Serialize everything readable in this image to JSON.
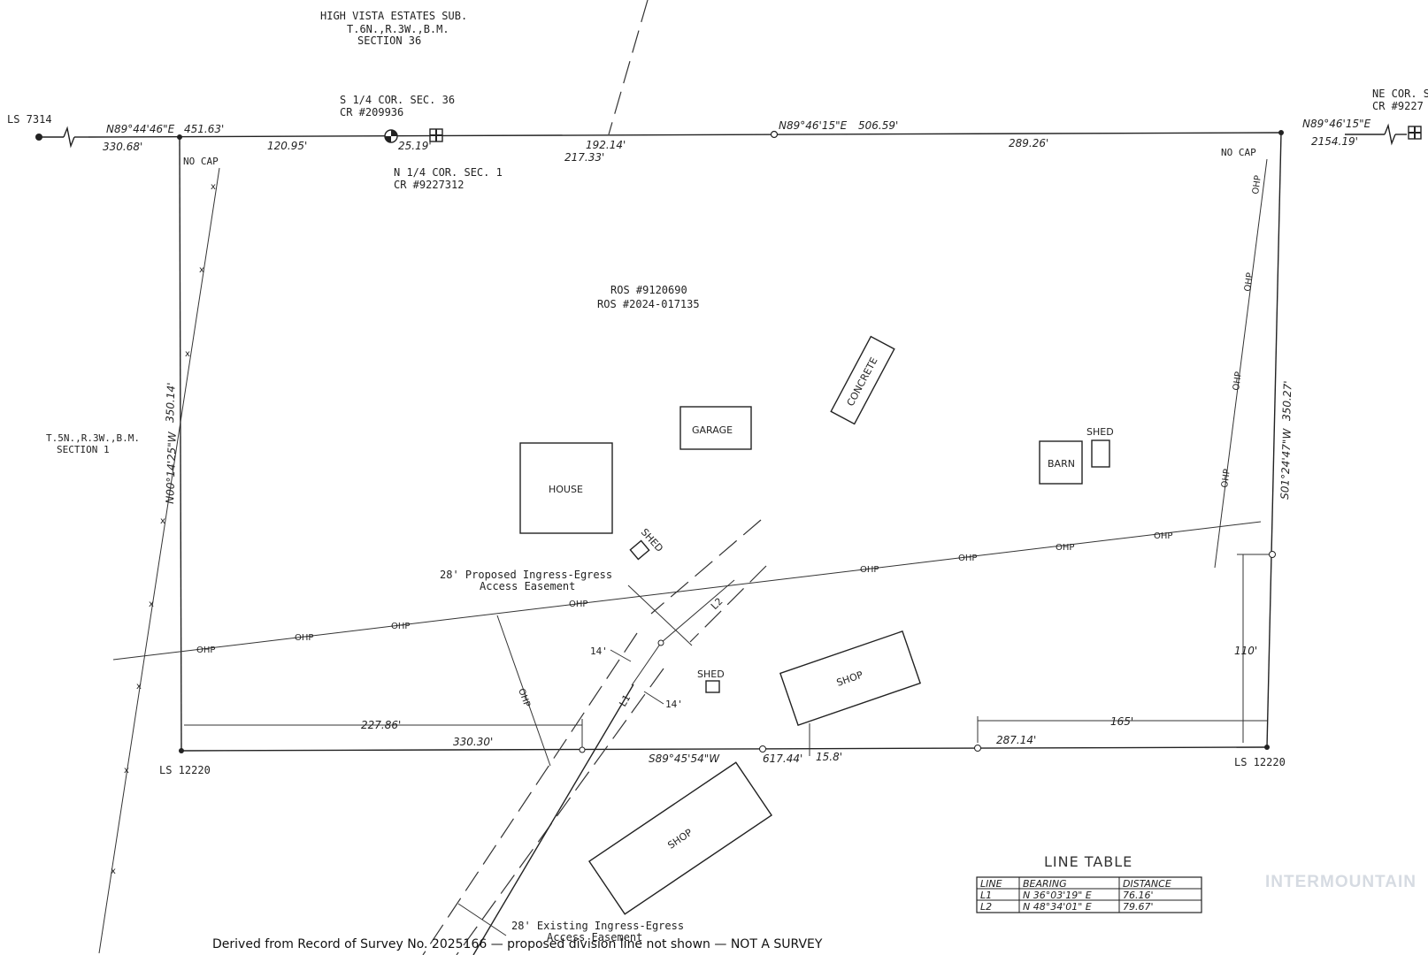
{
  "header": {
    "subdivision": [
      "HIGH VISTA ESTATES SUB.",
      "T.6N.,R.3W.,B.M.",
      "SECTION 36"
    ],
    "left_section": [
      "T.5N.,R.3W.,B.M.",
      "SECTION 1"
    ]
  },
  "corners": {
    "ls_left": "LS 7314",
    "s_quarter": [
      "S 1/4 COR. SEC. 36",
      "CR #209936"
    ],
    "n_quarter": [
      "N 1/4 COR. SEC. 1",
      "CR #9227312"
    ],
    "ne_corner": [
      "NE COR. S",
      "CR #9227"
    ],
    "no_cap_left": "NO CAP",
    "no_cap_right": "NO CAP",
    "ls_bottom_left": "LS 12220",
    "ls_bottom_right": "LS 12220"
  },
  "ros": [
    "ROS #9120690",
    "ROS #2024-017135"
  ],
  "dimensions": {
    "top_bearing_left": "N89°44'46\"E",
    "top_len_left": "451.63'",
    "top_offsite_left": "330.68'",
    "top_seg1": "120.95'",
    "top_seg2": "25.19'",
    "top_seg3": "192.14'",
    "top_seg3b": "217.33'",
    "top_bearing_mid": "N89°46'15\"E",
    "top_len_mid": "506.59'",
    "top_seg4": "289.26'",
    "top_bearing_right": "N89°46'15\"E",
    "top_offsite_right": "2154.19'",
    "left_bearing": "N00°14'25\"W",
    "left_len": "350.14'",
    "right_bearing": "S01°24'47\"W",
    "right_len": "350.27'",
    "bottom_227": "227.86'",
    "bottom_330": "330.30'",
    "bottom_bearing": "S89°45'54\"W",
    "bottom_617": "617.44'",
    "bottom_158": "15.8'",
    "bottom_287": "287.14'",
    "bottom_165": "165'",
    "right_110": "110'",
    "w14a": "14'",
    "w14b": "14'"
  },
  "buildings": {
    "house": "HOUSE",
    "garage": "GARAGE",
    "concrete": "CONCRETE",
    "barn": "BARN",
    "shed_right": "SHED",
    "shed_mid": "SHED",
    "shed_low": "SHED",
    "shop_mid": "SHOP",
    "shop_bottom": "SHOP"
  },
  "utilities": {
    "ohp": "OHP",
    "fence": "x"
  },
  "easements": {
    "proposed": [
      "28' Proposed Ingress-Egress",
      "Access Easement"
    ],
    "existing": [
      "28' Existing Ingress-Egress",
      "Access Easement"
    ],
    "l1": "L1",
    "l2": "L2"
  },
  "line_table": {
    "title": "LINE TABLE",
    "headers": [
      "LINE",
      "BEARING",
      "DISTANCE"
    ],
    "rows": [
      [
        "L1",
        "N 36°03'19\" E",
        "76.16'"
      ],
      [
        "L2",
        "N 48°34'01\" E",
        "79.67'"
      ]
    ]
  },
  "watermark": "INTERMOUNTAIN",
  "caption": "Derived from Record of Survey No. 2025166 — proposed division line not shown — NOT A SURVEY",
  "colors": {
    "ink": "#222222",
    "watermark": "#d6dbe2",
    "background": "#ffffff"
  }
}
